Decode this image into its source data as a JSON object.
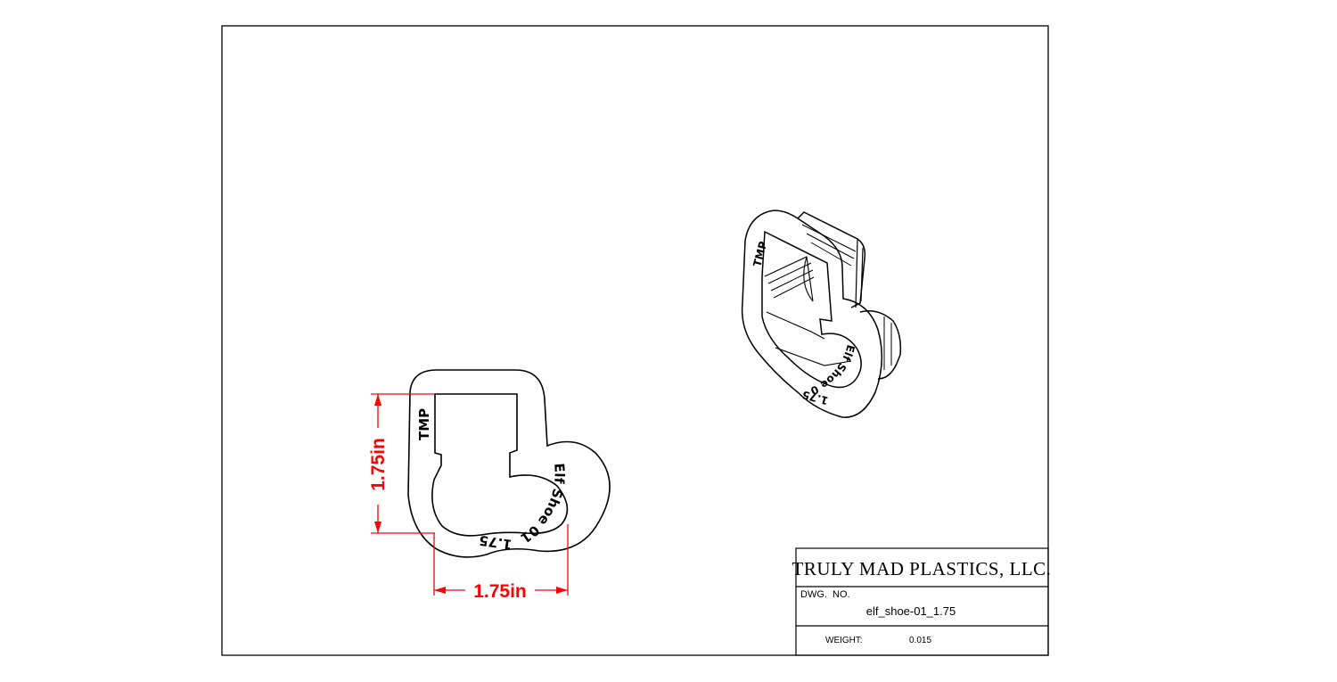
{
  "title_block": {
    "company": "TRULY MAD PLASTICS, LLC.",
    "dwg_no_label": "DWG.  NO.",
    "dwg_no_value": "elf_shoe-01_1.75",
    "weight_label": "WEIGHT:",
    "weight_value": "0.015"
  },
  "front_view": {
    "emboss_brand": "TMP",
    "emboss_name": "Elf Shoe 01",
    "emboss_size": "1.75",
    "dim_height": "1.75in",
    "dim_width": "1.75in"
  },
  "iso_view": {
    "emboss_brand": "TMP",
    "emboss_name": "Elf Shoe 01",
    "emboss_size": "1.75"
  },
  "colors": {
    "line": "#000000",
    "dimension": "#ff0000",
    "background": "#ffffff"
  }
}
